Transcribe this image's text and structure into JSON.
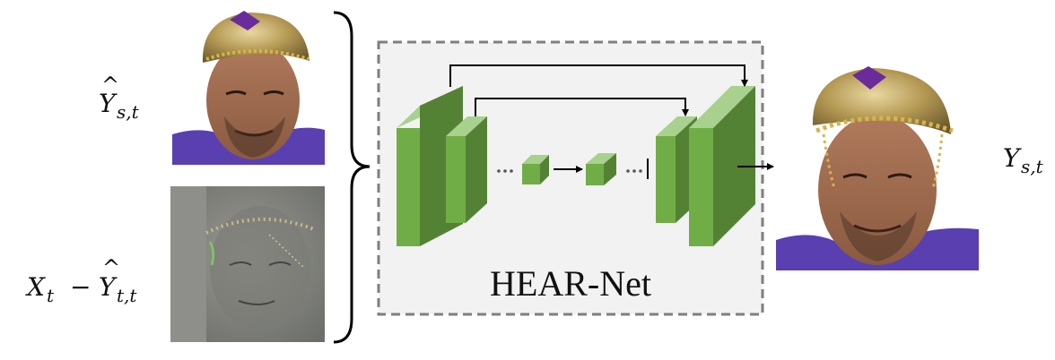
{
  "labels": {
    "input_top": {
      "base": "Y",
      "hat": "^",
      "sub": "s,t"
    },
    "input_bottom": {
      "base1": "X",
      "sub1": "t",
      "minus": "−",
      "base2": "Y",
      "hat": "^",
      "sub2": "t,t"
    },
    "output": {
      "base": "Y",
      "sub": "s,t"
    }
  },
  "network": {
    "name": "HEAR-Net"
  },
  "icons": {
    "top_input": "face-photo-turban-icon",
    "bottom_input": "residual-map-icon",
    "output": "face-photo-turban-icon"
  },
  "colors": {
    "block_front": "#70ad47",
    "block_side": "#548235",
    "block_top": "#a9d18e",
    "box_fill": "#f2f2f2",
    "box_border": "#7f7f7f"
  }
}
